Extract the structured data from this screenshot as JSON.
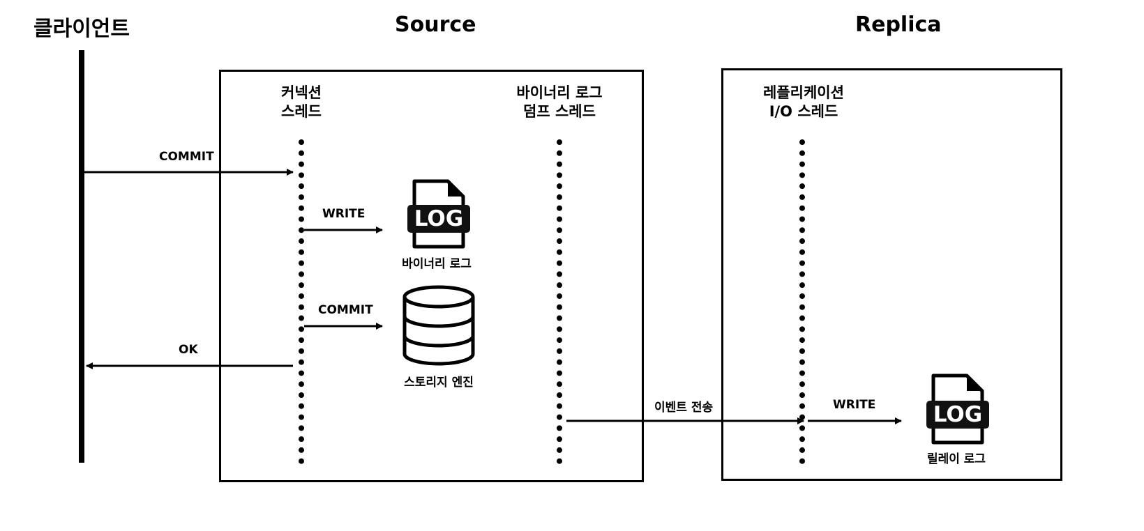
{
  "header": {
    "client": "클라이언트",
    "source": "Source",
    "replica": "Replica"
  },
  "threads": {
    "connection": [
      "커넥션",
      "스레드"
    ],
    "binlog_dump": [
      "바이너리 로그",
      "덤프 스레드"
    ],
    "replication_io": [
      "레플리케이션",
      "I/O 스레드"
    ]
  },
  "messages": {
    "commit_from_client": "COMMIT",
    "write_binlog": "WRITE",
    "commit_engine": "COMMIT",
    "ok_to_client": "OK",
    "event_transfer": "이벤트 전송",
    "write_relay": "WRITE"
  },
  "resources": {
    "binlog_icon_text": "LOG",
    "binlog_label": "바이너리 로그",
    "storage_label": "스토리지 엔진",
    "relay_icon_text": "LOG",
    "relay_label": "릴레이 로그"
  },
  "icons": {
    "binlog": "log-file-icon",
    "storage": "database-icon",
    "relay": "log-file-icon"
  }
}
